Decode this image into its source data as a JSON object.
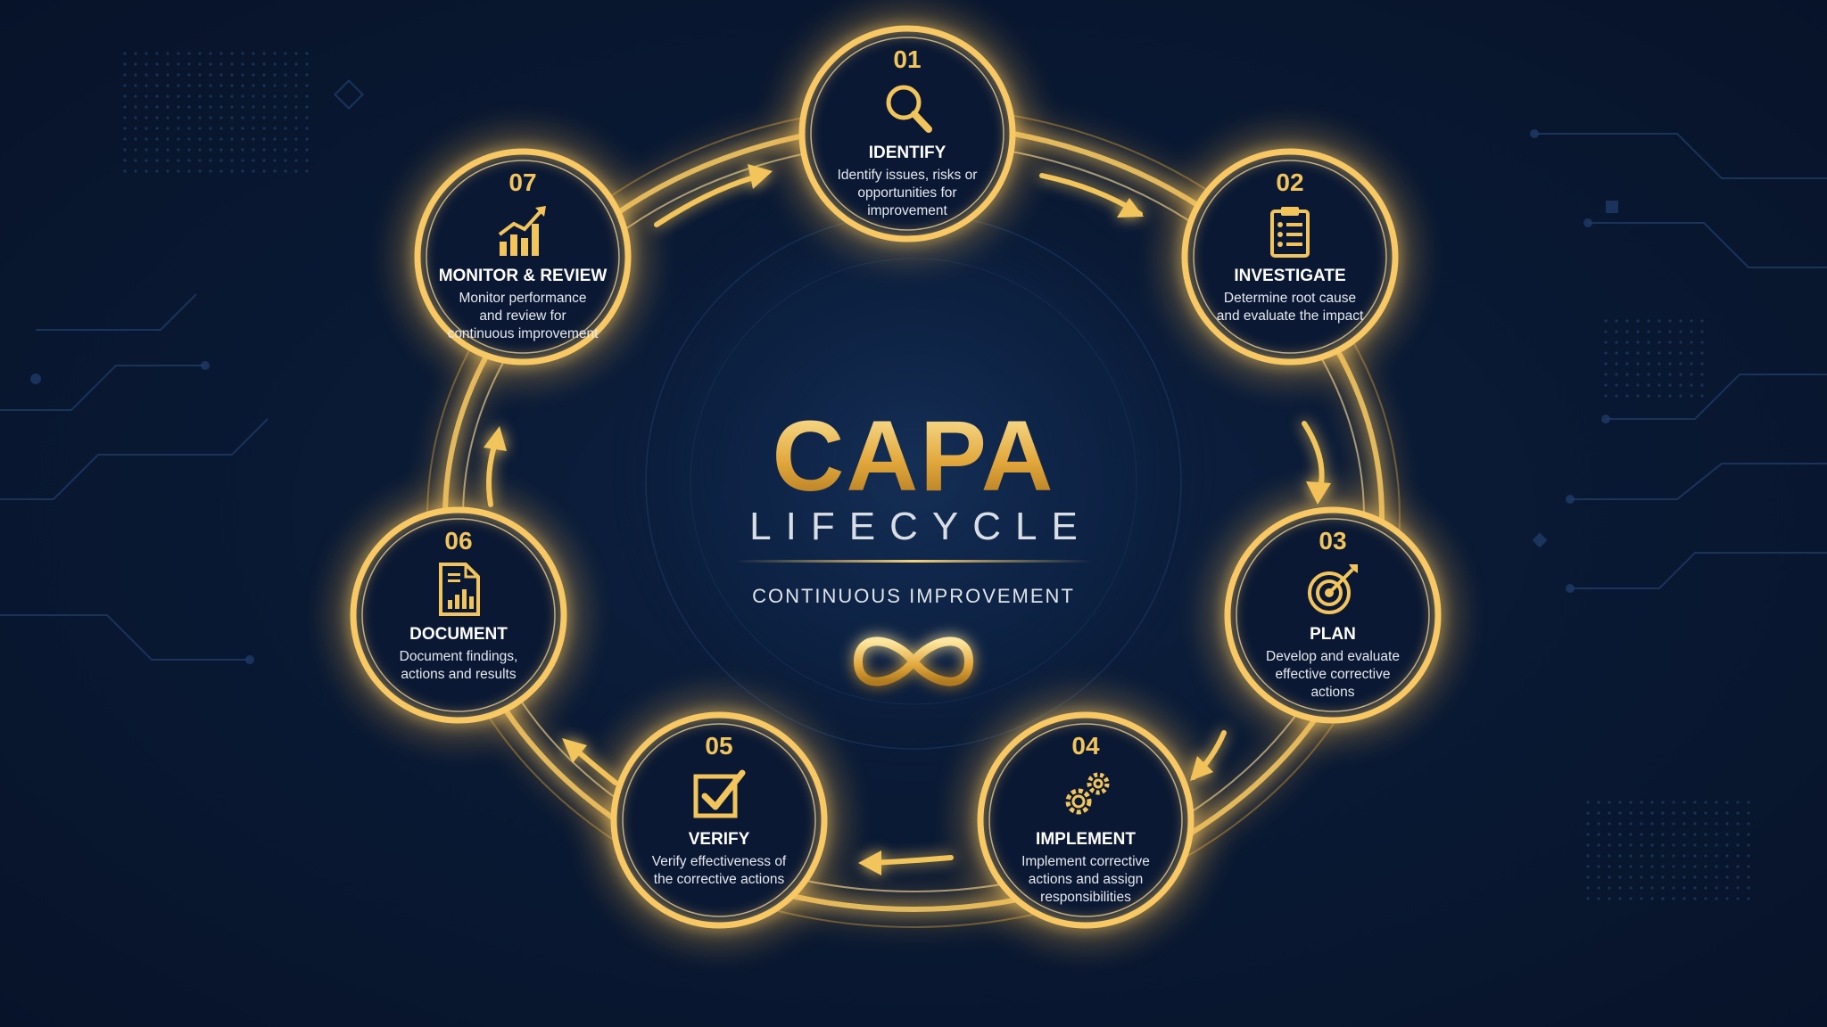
{
  "title": "CAPA",
  "subtitle": "LIFECYCLE",
  "tagline": "CONTINUOUS IMPROVEMENT",
  "colors": {
    "background": "#0a1a35",
    "gold": "#f2c45c",
    "gold_dark": "#a9721d",
    "text": "#ffffff"
  },
  "steps": [
    {
      "number": "01",
      "title": "IDENTIFY",
      "description": "Identify issues, risks or opportunities for improvement",
      "icon": "magnifier-icon"
    },
    {
      "number": "02",
      "title": "INVESTIGATE",
      "description": "Determine root cause and evaluate the impact",
      "icon": "clipboard-icon"
    },
    {
      "number": "03",
      "title": "PLAN",
      "description": "Develop and evaluate effective corrective actions",
      "icon": "target-icon"
    },
    {
      "number": "04",
      "title": "IMPLEMENT",
      "description": "Implement corrective actions and assign responsibilities",
      "icon": "gears-icon"
    },
    {
      "number": "05",
      "title": "VERIFY",
      "description": "Verify effectiveness of the corrective actions",
      "icon": "checkbox-icon"
    },
    {
      "number": "06",
      "title": "DOCUMENT",
      "description": "Document findings, actions and results",
      "icon": "document-icon"
    },
    {
      "number": "07",
      "title": "MONITOR & REVIEW",
      "description": "Monitor performance and review for continuous improvement",
      "icon": "growth-chart-icon"
    }
  ]
}
